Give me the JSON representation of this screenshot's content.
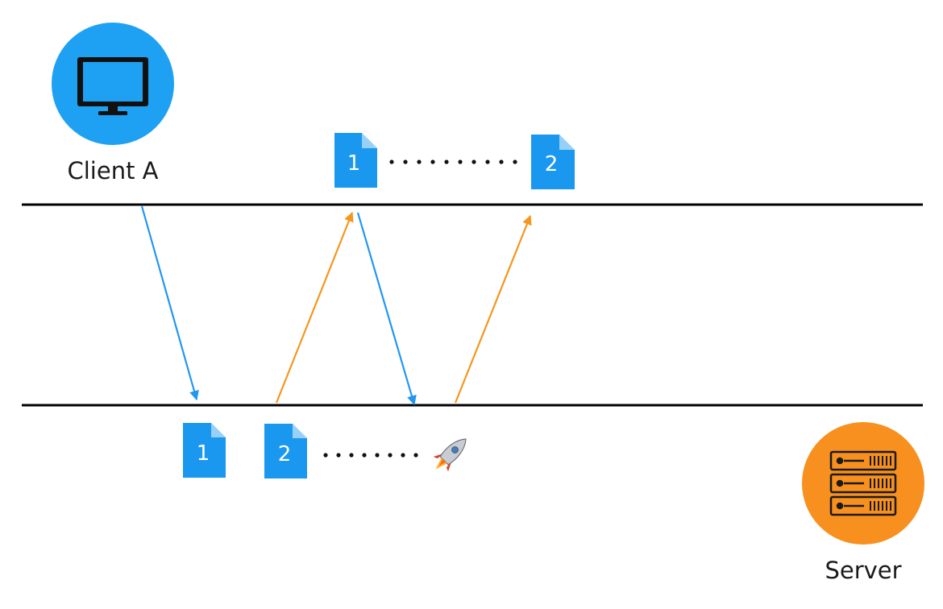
{
  "client": {
    "label": "Client A",
    "icon": "monitor-icon",
    "color": "#1ea1f2"
  },
  "server": {
    "label": "Server",
    "icon": "server-rack-icon",
    "color": "#f7901e"
  },
  "packets": {
    "client_side": [
      "1",
      "2"
    ],
    "server_side": [
      "1",
      "2"
    ],
    "icon": "document-icon",
    "color": "#1a98f0"
  },
  "colors": {
    "request_arrow": "#2196f3",
    "response_arrow": "#f5961e",
    "timeline": "#000000"
  },
  "pipelining_icon": "rocket-icon"
}
